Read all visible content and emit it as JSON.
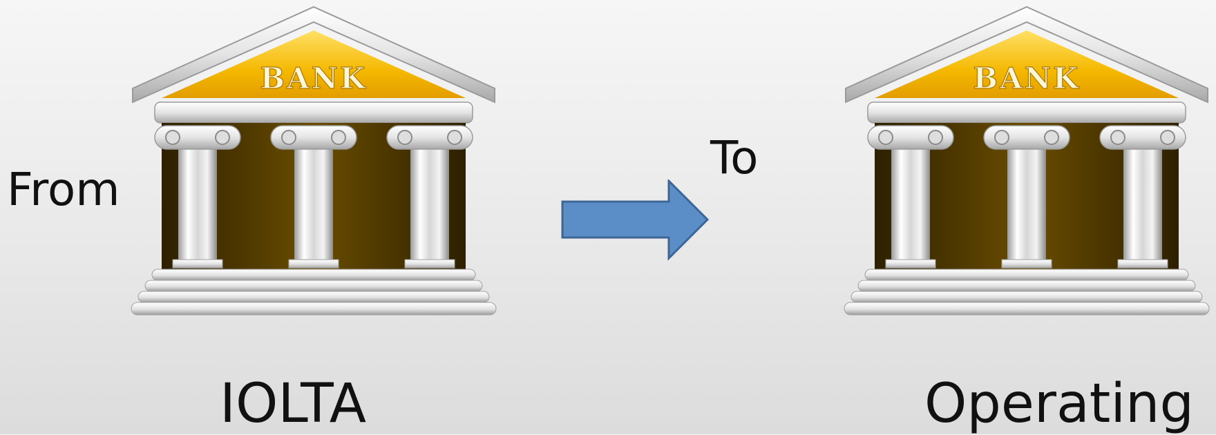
{
  "labels": {
    "from": "From",
    "to": "To",
    "source_account": "IOLTA",
    "destination_account": "Operating"
  },
  "banks": {
    "sign_text": "BANK"
  },
  "icons": {
    "source": "bank-building-icon",
    "destination": "bank-building-icon",
    "transfer": "arrow-right-icon"
  },
  "colors": {
    "pediment": "#f2b600",
    "columns": "#e8e8e8",
    "interior": "#4a3400",
    "arrow_fill": "#5b8ec6",
    "arrow_stroke": "#3d6696"
  }
}
